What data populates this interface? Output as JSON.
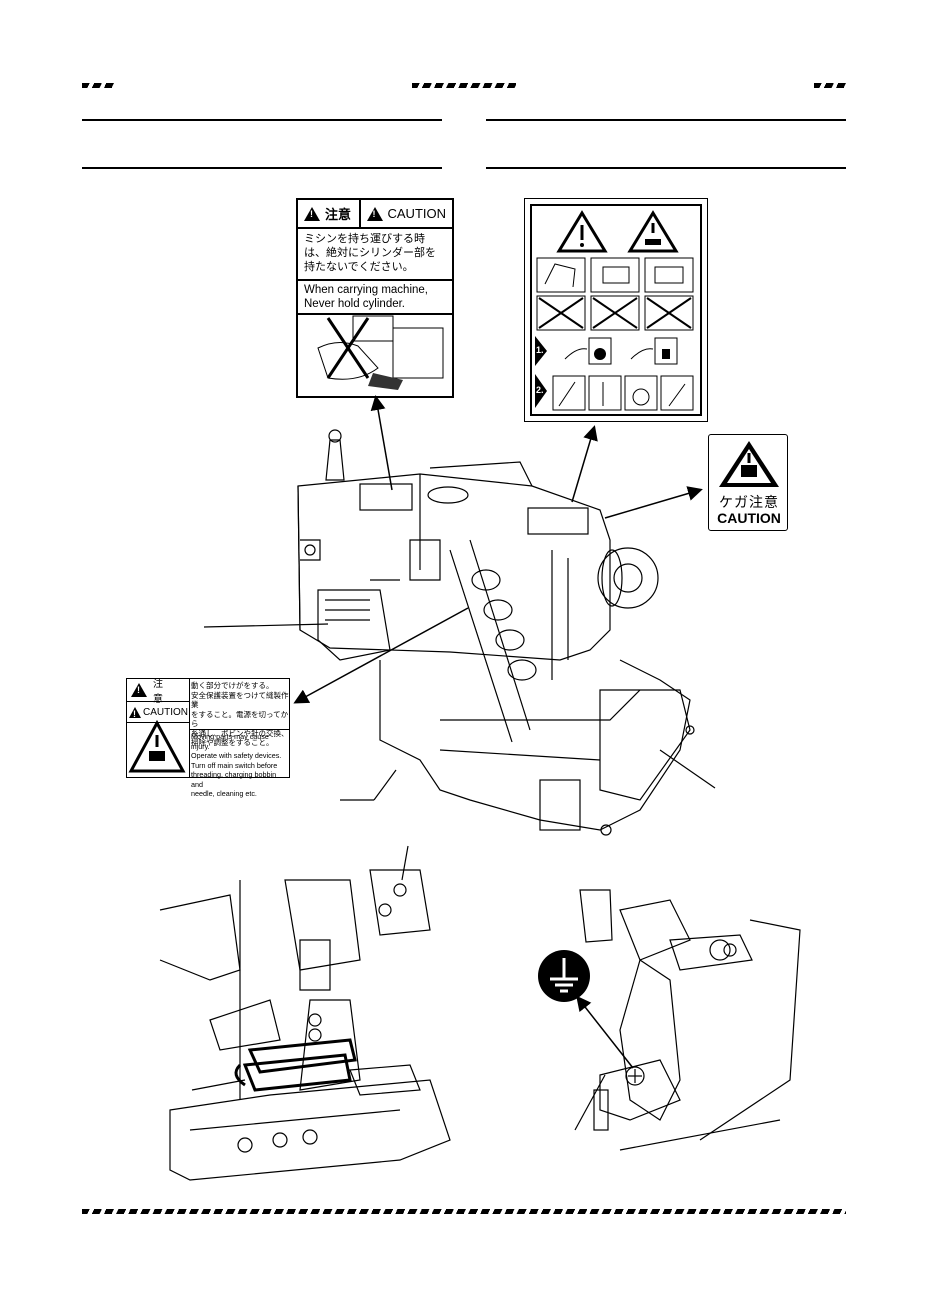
{
  "caution_top": {
    "header_jp": "注意",
    "header_en": "CAUTION",
    "body_jp": "ミシンを持ち運びする時は、絶対にシリンダー部を持たないでください。",
    "body_en_line1": "When carrying machine,",
    "body_en_line2": "Never hold cylinder."
  },
  "caution_right": {
    "text_jp": "ケガ注意",
    "text_en": "CAUTION"
  },
  "safety_steps": {
    "step1": "1.",
    "step2": "2."
  },
  "caution_left": {
    "header_jp": "注　意",
    "header_en": "CAUTION",
    "jp_line1": "動く部分でけがをする。",
    "jp_line2": "安全保護装置をつけて縫製作業",
    "jp_line3": "をすること。電源を切ってから",
    "jp_line4": "糸通し、ボビンや針の交換、",
    "jp_line5": "掃除や調整をすること。",
    "en_line1": "Moving parts may cause injury.",
    "en_line2": "Operate with safety devices.",
    "en_line3": "Turn off main switch before",
    "en_line4": "threading, charging bobbin and",
    "en_line5": "needle, cleaning etc."
  },
  "icons": [
    "warning-triangle-icon",
    "hand-crush-icon",
    "ground-symbol-icon"
  ]
}
